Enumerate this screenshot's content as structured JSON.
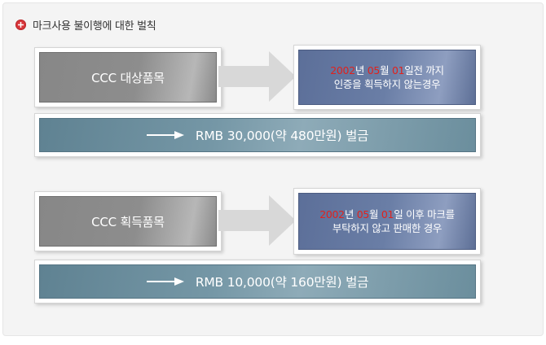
{
  "section": {
    "title": "마크사용 불이행에 대한 벌칙",
    "icon": "plus-circle-icon",
    "icon_color": "#d8363a"
  },
  "rows": [
    {
      "subject": "CCC 대상품목",
      "condition": {
        "year": "2002",
        "year_suffix": "년 ",
        "month": "05",
        "month_suffix": "월 ",
        "day": "01",
        "line1_rest": "일전 까지",
        "line2": "인증을 획득하지 않는경우"
      },
      "penalty": "RMB 30,000(약 480만원) 벌금"
    },
    {
      "subject": "CCC 획득품목",
      "condition": {
        "year": "2002",
        "year_suffix": "년 ",
        "month": "05",
        "month_suffix": "월 ",
        "day": "01",
        "line1_rest": "일 이후 마크를",
        "line2": "부탁하지 않고 판매한 경우"
      },
      "penalty": "RMB 10,000(약 160만원) 벌금"
    }
  ],
  "colors": {
    "highlight": "#e0221d",
    "subject_box": "#8a8a8a",
    "condition_box": "#6a7ea6",
    "penalty_box": "#7597a6"
  }
}
